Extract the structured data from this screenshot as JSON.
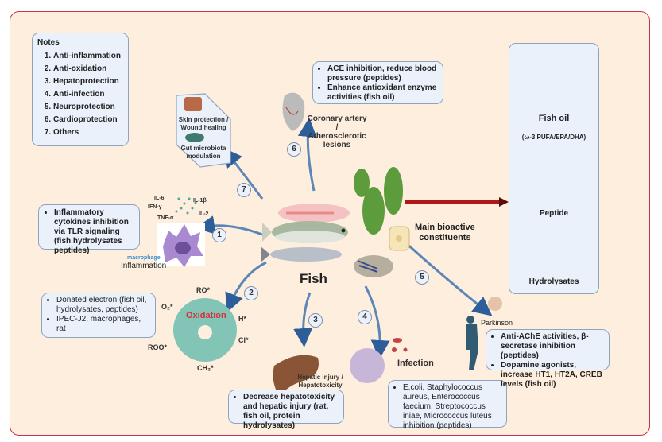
{
  "notes": {
    "title": "Notes",
    "items": [
      "Anti-inflammation",
      "Anti-oxidation",
      "Hepatoprotection",
      "Anti-infection",
      "Neuroprotection",
      "Cardioprotection",
      "Others"
    ]
  },
  "center": {
    "label": "Fish"
  },
  "constituents": {
    "label_line1": "Main bioactive",
    "label_line2": "constituents",
    "fish_oil": "Fish oil",
    "fish_oil_sub": "(ω-3 PUFA/EPA/DHA)",
    "peptide": "Peptide",
    "hydrolysates": "Hydrolysates",
    "arrow_color": "#b01818"
  },
  "pathways": [
    {
      "number": "1",
      "name": "Inflammation",
      "sublabel": "macrophage",
      "cytokines": [
        "IL-6",
        "IFN-γ",
        "IL-1β",
        "IL-2",
        "TNF-α"
      ],
      "bullets": [
        "Inflammatory cytokines inhibition via TLR signaling (fish hydrolysates peptides)"
      ]
    },
    {
      "number": "2",
      "name": "Oxidation",
      "radicals": [
        "RO*",
        "O₂*",
        "H*",
        "Cl*",
        "ROO*",
        "CH₃*"
      ],
      "bullets": [
        "Donated electron (fish oil, hydrolysates, peptides)",
        "IPEC-J2, macrophages, rat"
      ]
    },
    {
      "number": "3",
      "name_line1": "Hepatic injury /",
      "name_line2": "Hepatotoxicity",
      "bullets": [
        "Decrease hepatotoxicity and hepatic injury (rat, fish oil, protein hydrolysates)"
      ]
    },
    {
      "number": "4",
      "name": "Infection",
      "bullets": [
        "E.coli, Staphylococcus aureus, Enterococcus faecium, Streptococcus iniae, Micrococcus luteus inhibition (peptides)"
      ]
    },
    {
      "number": "5",
      "name": "Parkinson",
      "bullets": [
        "Anti-AChE activities, β-secretase inhibition (peptides)",
        "Dopamine agonists, increase HT1, HT2A, CREB levels (fish oil)"
      ]
    },
    {
      "number": "6",
      "name_line1": "Coronary artery /",
      "name_line2": "Atherosclerotic",
      "name_line3": "lesions",
      "bullets": [
        "ACE inhibition, reduce blood pressure (peptides)",
        "Enhance antioxidant enzyme activities (fish oil)"
      ]
    },
    {
      "number": "7",
      "skin_line1": "Skin protection /",
      "skin_line2": "Wound healing",
      "gut_line1": "Gut microbiota",
      "gut_line2": "modulation"
    }
  ],
  "colors": {
    "frame_border": "#c8334c",
    "background": "#fdeedd",
    "box_fill": "#eaf1fb",
    "arrow_blue": "#2e5e9a",
    "oxidation_text": "#d8303c"
  }
}
